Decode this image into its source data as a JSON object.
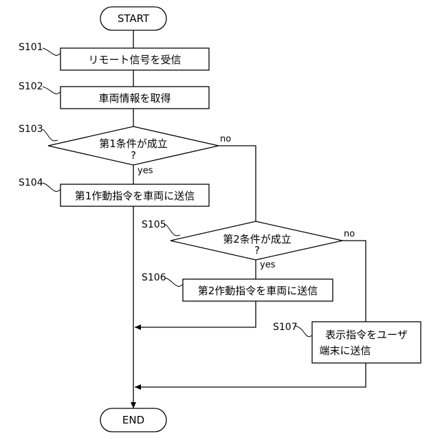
{
  "flowchart": {
    "start_label": "START",
    "end_label": "END",
    "steps": {
      "s101": {
        "id": "S101",
        "text": "リモート信号を受信"
      },
      "s102": {
        "id": "S102",
        "text": "車両情報を取得"
      },
      "s103": {
        "id": "S103",
        "text_line1": "第1条件が成立",
        "text_line2": "?",
        "yes": "yes",
        "no": "no"
      },
      "s104": {
        "id": "S104",
        "text": "第1作動指令を車両に送信"
      },
      "s105": {
        "id": "S105",
        "text_line1": "第2条件が成立",
        "text_line2": "?",
        "yes": "yes",
        "no": "no"
      },
      "s106": {
        "id": "S106",
        "text": "第2作動指令を車両に送信"
      },
      "s107": {
        "id": "S107",
        "text_line1": "表示指令をユーザ",
        "text_line2": "端末に送信"
      }
    }
  }
}
